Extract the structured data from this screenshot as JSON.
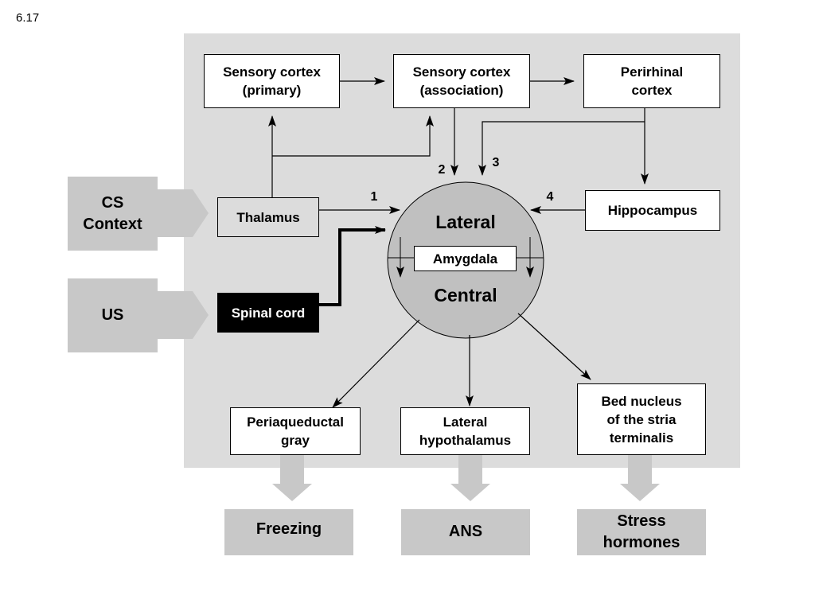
{
  "figure_label": "6.17",
  "inputs": {
    "cs_context": "CS\nContext",
    "us": "US"
  },
  "nodes": {
    "sensory_primary": "Sensory cortex\n(primary)",
    "sensory_association": "Sensory cortex\n(association)",
    "perirhinal": "Perirhinal\ncortex",
    "thalamus": "Thalamus",
    "hippocampus": "Hippocampus",
    "spinal_cord": "Spinal cord",
    "periaqueductal": "Periaqueductal\ngray",
    "lateral_hypothalamus": "Lateral\nhypothalamus",
    "bed_nucleus": "Bed nucleus\nof the stria\nterminalis"
  },
  "amygdala": {
    "lateral": "Lateral",
    "label": "Amygdala",
    "central": "Central"
  },
  "pathway_numbers": [
    "1",
    "2",
    "3",
    "4"
  ],
  "outputs": {
    "freezing": "Freezing",
    "ans": "ANS",
    "stress": "Stress\nhormones"
  },
  "colors": {
    "panel": "#dcdcdc",
    "io_arrow": "#c8c8c8",
    "amygdala": "#c0c0c0"
  }
}
